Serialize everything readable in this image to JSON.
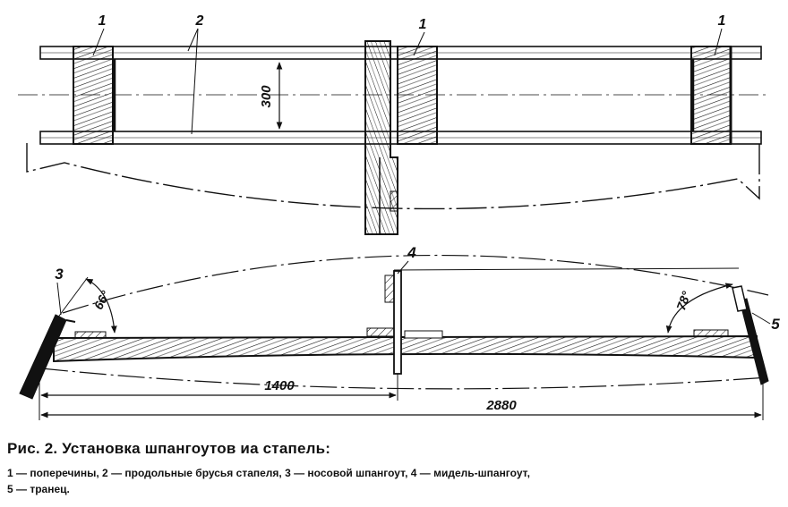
{
  "figure": {
    "top_view": {
      "callout_crossbar_left": "1",
      "callout_stringer": "2",
      "callout_crossbar_middle": "1",
      "callout_crossbar_right": "1",
      "dimension_width": "300"
    },
    "side_view": {
      "callout_bow_frame": "3",
      "callout_midship_frame": "4",
      "callout_transom": "5",
      "angle_bow": "66°",
      "angle_stern": "78°",
      "dimension_half_length": "1400",
      "dimension_total_length": "2880"
    }
  },
  "caption": {
    "title": "Рис. 2. Установка шпангоутов иа стапель:",
    "legend_line1": "1 — поперечины, 2 — продольные брусья стапеля, 3 — носовой шпангоут, 4 — мидель-шпангоут,",
    "legend_line2": "5 — транец."
  }
}
